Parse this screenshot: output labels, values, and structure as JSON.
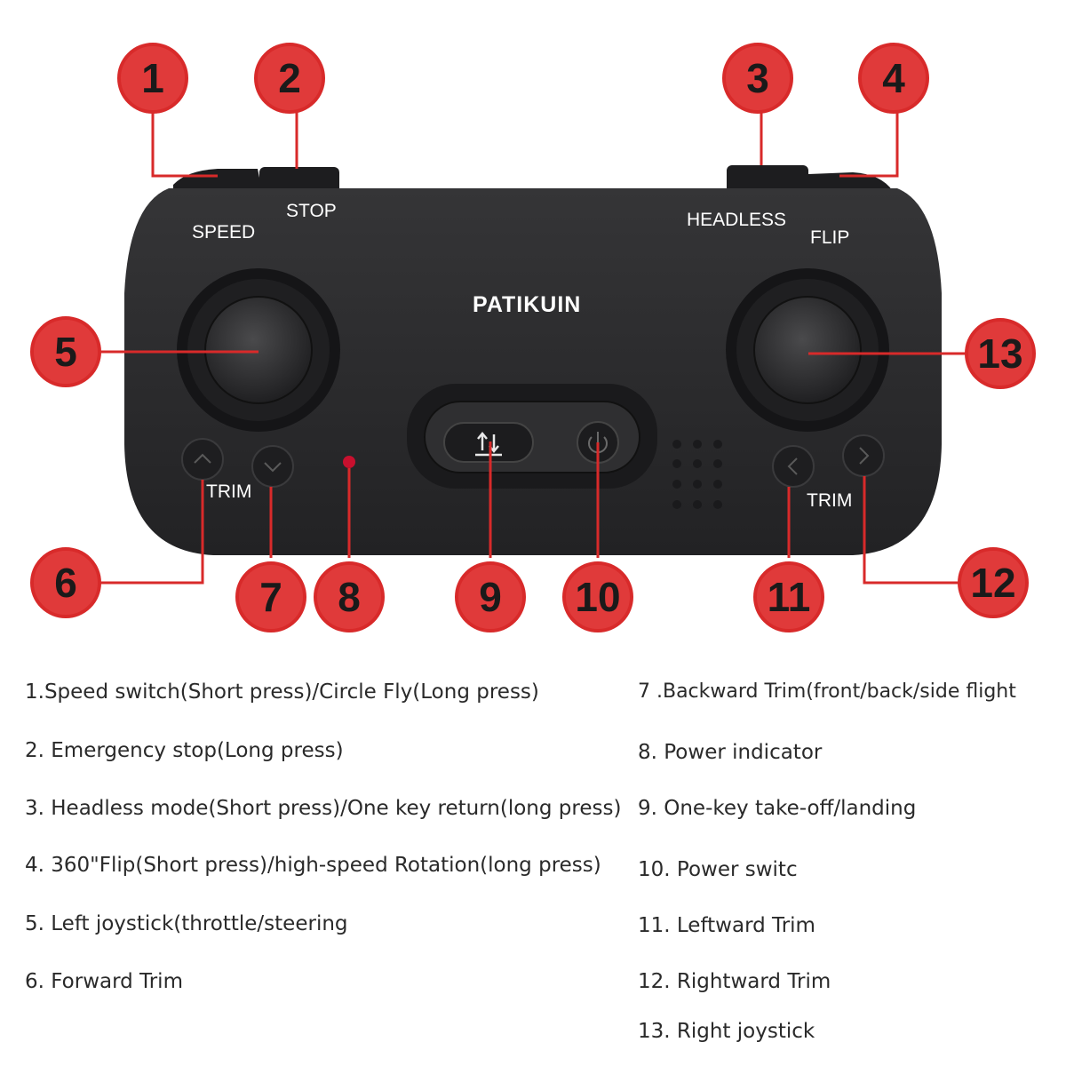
{
  "controller": {
    "brand": "PATIKUIN",
    "labels": {
      "speed": "SPEED",
      "stop": "STOP",
      "headless": "HEADLESS",
      "flip": "FLIP",
      "trim_left": "TRIM",
      "trim_right": "TRIM"
    }
  },
  "callouts": [
    "1",
    "2",
    "3",
    "4",
    "5",
    "6",
    "7",
    "8",
    "9",
    "10",
    "11",
    "12",
    "13"
  ],
  "legend": [
    "1.Speed switch(Short press)/Circle Fly(Long press)",
    "2. Emergency stop(Long press)",
    "3. Headless mode(Short press)/One key return(long press)",
    "4. 360\"Flip(Short press)/high-speed Rotation(long press)",
    "5. Left joystick(throttle/steering",
    "6. Forward Trim",
    "7 .Backward Trim(front/back/side flight",
    "8. Power indicator",
    "9. One-key take-off/landing",
    "10. Power switc",
    "11. Leftward Trim",
    "12. Rightward Trim",
    "13. Right joystick"
  ],
  "colors": {
    "callout_fill": "#e03a3a",
    "callout_ring": "#d82a2a",
    "leader_line": "#d82a2a",
    "controller_body": "#2b2b2d",
    "indicator": "#c8102e"
  }
}
